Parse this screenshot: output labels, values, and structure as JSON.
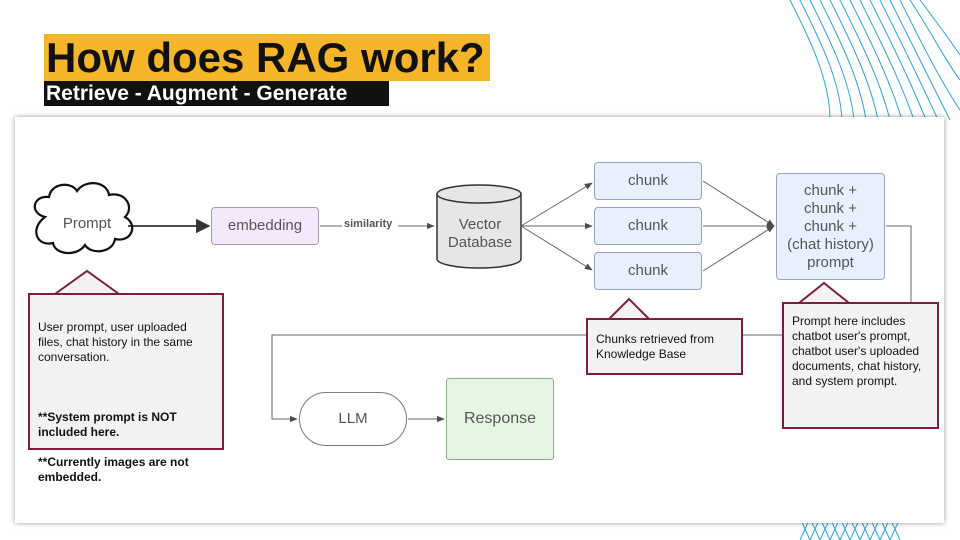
{
  "slide": {
    "title": "How does RAG work?",
    "subtitle": "Retrieve - Augment - Generate"
  },
  "diagram": {
    "prompt_label": "Prompt",
    "embedding_label": "embedding",
    "edge_label_similarity": "similarity",
    "database_label": "Vector\nDatabase",
    "chunk_labels": [
      "chunk",
      "chunk",
      "chunk"
    ],
    "augmented_label": "chunk +\nchunk +\nchunk +\n(chat history)\nprompt",
    "llm_label": "LLM",
    "response_label": "Response"
  },
  "notes": {
    "user_note_lines": [
      "User prompt, user uploaded files, chat history in the same conversation.",
      "",
      "**System prompt is NOT included here.",
      "**Currently images are not embedded."
    ],
    "chunks_note": "Chunks retrieved from Knowledge Base",
    "prompt_note": "Prompt here includes chatbot user's prompt, chatbot user's uploaded documents, chat history, and system prompt."
  },
  "colors": {
    "title_bg": "#f5b529",
    "subtitle_bg": "#111111",
    "callout_border": "#7f1d3a",
    "embedding_fill": "#f3e9fb",
    "chunk_fill": "#e9f0fd",
    "response_fill": "#e5f6e3",
    "database_fill": "#e6e6e6",
    "deco_accent": "#2aa6d9"
  }
}
